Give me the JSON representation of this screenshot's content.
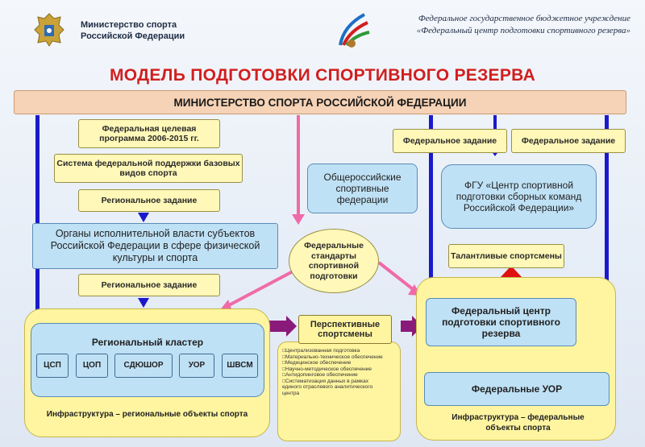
{
  "header": {
    "left_line1": "Министерство спорта",
    "left_line2": "Российской Федерации",
    "right_line1": "Федеральное государственное бюджетное учреждение",
    "right_line2": "«Федеральный центр подготовки спортивного резерва»"
  },
  "title": "МОДЕЛЬ ПОДГОТОВКИ СПОРТИВНОГО РЕЗЕРВА",
  "ministry_bar": "МИНИСТЕРСТВО СПОРТА РОССИЙСКОЙ ФЕДЕРАЦИИ",
  "left_column": {
    "program": "Федеральная целевая программа 2006-2015 гг.",
    "support_system": "Система федеральной поддержки базовых видов спорта",
    "regional_task_1": "Региональное задание",
    "executive_bodies": "Органы исполнительной власти субъектов Российской Федерации в сфере физической культуры и спорта",
    "regional_task_2": "Региональное задание"
  },
  "federations": "Общероссийские спортивные федерации",
  "standards": "Федеральные стандарты спортивной подготовки",
  "right_column": {
    "federal_task_1": "Федеральное задание",
    "federal_task_2": "Федеральное задание",
    "fgu": "ФГУ «Центр спортивной подготовки сборных команд Российской Федерации»",
    "talented": "Талантливые спортсмены"
  },
  "regional_panel": {
    "cluster": "Региональный кластер",
    "units": [
      "ЦСП",
      "ЦОП",
      "СДЮШОР",
      "УОР",
      "ШВСМ"
    ],
    "caption": "Инфраструктура – региональные объекты спорта"
  },
  "middle_panel": {
    "prospective": "Перспективные спортсмены",
    "items": [
      "Централизованная подготовка",
      "Материально-техническое обеспечение",
      "Медицинское обеспечение",
      "Научно-методическое обеспечение",
      "Антидопинговое обеспечение",
      "Систематизация данных в рамках единого отраслевого аналитического центра"
    ]
  },
  "federal_panel": {
    "center": "Федеральный центр подготовки спортивного резерва",
    "uor": "Федеральные УОР",
    "caption": "Инфраструктура – федеральные объекты спорта"
  },
  "colors": {
    "title": "#d11f1f",
    "ministry_bar": "#f6d3b6",
    "yellow_box": "#fff8b8",
    "blue_box": "#bfe1f5",
    "panel": "#fff5a0",
    "arrow_blue": "#1a1acc",
    "arrow_pink": "#f06aa8",
    "arrow_purple": "#8a1a7a",
    "arrow_red": "#e01010"
  },
  "icons": [
    "coat-of-arms-icon",
    "fcpsr-logo-icon"
  ]
}
